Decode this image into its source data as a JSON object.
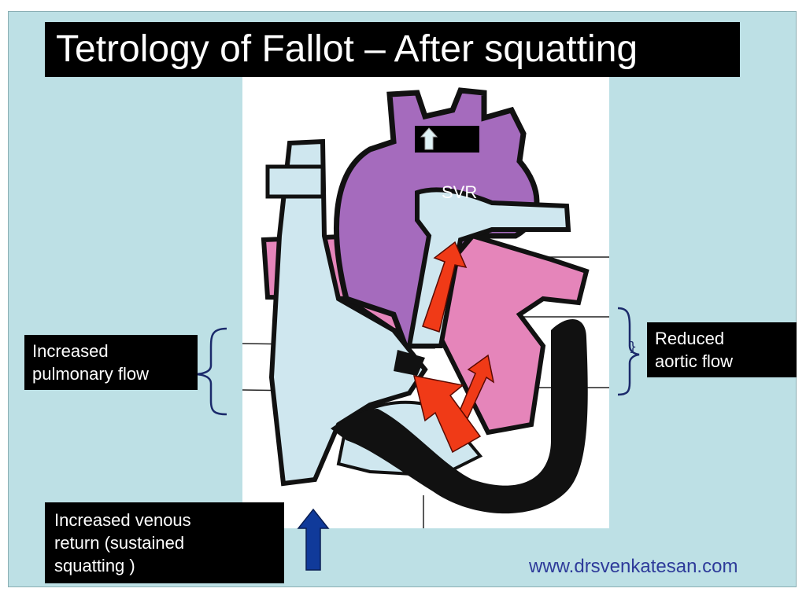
{
  "title": "Tetrology of Fallot – After squatting",
  "labels": {
    "svr": "SVR",
    "pulmonary": "Increased\npulmonary flow",
    "aortic": "Reduced\naortic flow",
    "venous": "Increased venous\nreturn (sustained\nsquatting )"
  },
  "website": "www.drsvenkatesan.com",
  "colors": {
    "background": "#bde0e5",
    "aorta": "#a56bbd",
    "pulmonary": "#e585ba",
    "venous": "#cfe7ef",
    "flow_arrow": "#f03a17",
    "venous_arrow": "#103a9a",
    "bracket": "#1b2a6b",
    "website_text": "#2e3b9a"
  },
  "icons": {
    "svr_arrow": "up-arrow-icon",
    "venous_arrow": "up-arrow-icon",
    "flow_arrows": "red-arrow-icon"
  }
}
